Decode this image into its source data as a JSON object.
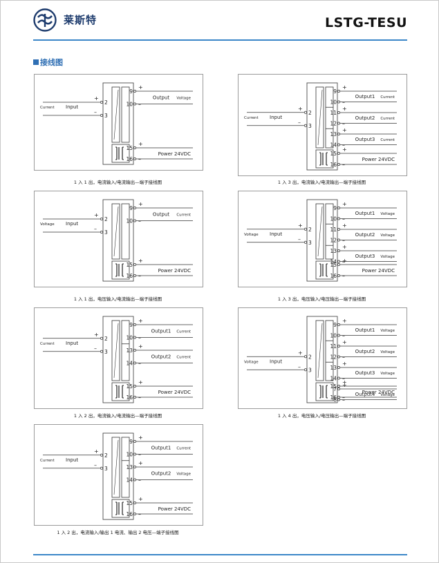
{
  "header": {
    "brand_name": "莱斯特",
    "model": "LSTG-TESU"
  },
  "section_title": "接线图",
  "diagrams": [
    {
      "caption": "1 入 1 出，电流输入/电流输出—端子接线图",
      "input": {
        "type_label": "Current",
        "label": "Input",
        "plus_terminal": "2",
        "minus_terminal": "3"
      },
      "outputs": [
        {
          "label": "Output",
          "type_label": "Voltage",
          "plus_terminal": "9",
          "minus_terminal": "10"
        }
      ],
      "power": {
        "label": "Power 24VDC",
        "plus_terminal": "15",
        "minus_terminal": "16"
      }
    },
    {
      "caption": "1 入 3 出，电流输入/电流输出—端子接线图",
      "input": {
        "type_label": "Current",
        "label": "Input",
        "plus_terminal": "2",
        "minus_terminal": "3"
      },
      "outputs": [
        {
          "label": "Output1",
          "type_label": "Current",
          "plus_terminal": "9",
          "minus_terminal": "10"
        },
        {
          "label": "Output2",
          "type_label": "Current",
          "plus_terminal": "11",
          "minus_terminal": "12"
        },
        {
          "label": "Output3",
          "type_label": "Current",
          "plus_terminal": "13",
          "minus_terminal": "14"
        }
      ],
      "power": {
        "label": "Power 24VDC",
        "plus_terminal": "15",
        "minus_terminal": "16"
      }
    },
    {
      "caption": "1 入 1 出，电压输入/电流输出—端子接线图",
      "input": {
        "type_label": "Voltage",
        "label": "Input",
        "plus_terminal": "2",
        "minus_terminal": "3"
      },
      "outputs": [
        {
          "label": "Output",
          "type_label": "Current",
          "plus_terminal": "9",
          "minus_terminal": "10"
        }
      ],
      "power": {
        "label": "Power 24VDC",
        "plus_terminal": "15",
        "minus_terminal": "16"
      }
    },
    {
      "caption": "1 入 3 出，电压输入/电压输出—端子接线图",
      "input": {
        "type_label": "Voltage",
        "label": "Input",
        "plus_terminal": "2",
        "minus_terminal": "3"
      },
      "outputs": [
        {
          "label": "Output1",
          "type_label": "Voltage",
          "plus_terminal": "9",
          "minus_terminal": "10"
        },
        {
          "label": "Output2",
          "type_label": "Voltage",
          "plus_terminal": "11",
          "minus_terminal": "12"
        },
        {
          "label": "Output3",
          "type_label": "Voltage",
          "plus_terminal": "13",
          "minus_terminal": "14"
        }
      ],
      "power": {
        "label": "Power 24VDC",
        "plus_terminal": "15",
        "minus_terminal": "16"
      }
    },
    {
      "caption": "1 入 2 出，电流输入/电流输出—端子接线图",
      "input": {
        "type_label": "Current",
        "label": "Input",
        "plus_terminal": "2",
        "minus_terminal": "3"
      },
      "outputs": [
        {
          "label": "Output1",
          "type_label": "Current",
          "plus_terminal": "9",
          "minus_terminal": "10"
        },
        {
          "label": "Output2",
          "type_label": "Current",
          "plus_terminal": "13",
          "minus_terminal": "14"
        }
      ],
      "power": {
        "label": "Power 24VDC",
        "plus_terminal": "15",
        "minus_terminal": "16"
      }
    },
    {
      "caption": "1 入 4 出，电压输入/电压输出—端子接线图",
      "input": {
        "type_label": "Voltage",
        "label": "Input",
        "plus_terminal": "2",
        "minus_terminal": "3"
      },
      "outputs": [
        {
          "label": "Output1",
          "type_label": "Voltage",
          "plus_terminal": "9",
          "minus_terminal": "10"
        },
        {
          "label": "Output2",
          "type_label": "Voltage",
          "plus_terminal": "11",
          "minus_terminal": "12"
        },
        {
          "label": "Output3",
          "type_label": "Voltage",
          "plus_terminal": "13",
          "minus_terminal": "14"
        },
        {
          "label": "Output4",
          "type_label": "Voltage",
          "plus_terminal": "7",
          "minus_terminal": "8"
        }
      ],
      "power": {
        "label": "Power 24VDC",
        "plus_terminal": "15",
        "minus_terminal": "16"
      }
    },
    {
      "caption": "1 入 2 出，电流输入/输出 1 电流、输出 2 电压—端子接线图",
      "input": {
        "type_label": "Current",
        "label": "Input",
        "plus_terminal": "2",
        "minus_terminal": "3"
      },
      "outputs": [
        {
          "label": "Output1",
          "type_label": "Current",
          "plus_terminal": "9",
          "minus_terminal": "10"
        },
        {
          "label": "Output2",
          "type_label": "Voltage",
          "plus_terminal": "13",
          "minus_terminal": "14"
        }
      ],
      "power": {
        "label": "Power 24VDC",
        "plus_terminal": "15",
        "minus_terminal": "16"
      }
    }
  ]
}
